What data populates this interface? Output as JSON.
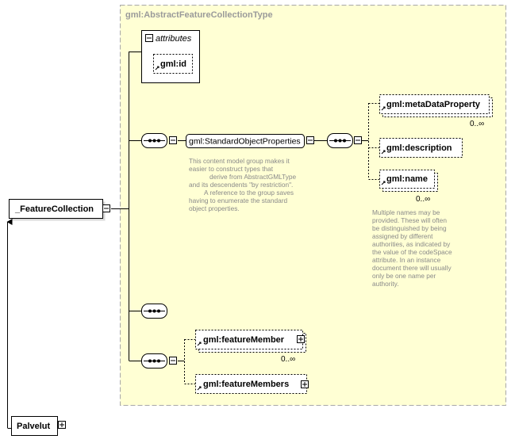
{
  "type_box": {
    "title": "gml:AbstractFeatureCollectionType"
  },
  "attributes": {
    "title": "attributes",
    "attr": "gml:id"
  },
  "root": {
    "label": "_FeatureCollection"
  },
  "palvelut": {
    "label": "Palvelut"
  },
  "group": {
    "label": "gml:StandardObjectProperties",
    "note": [
      "This content model group makes it",
      "easier to construct types that",
      "derive from AbstractGMLType",
      "and its descendents \"by restriction\".",
      "A reference to the group saves",
      "having to enumerate the standard",
      "object properties."
    ]
  },
  "elements": {
    "metadata": {
      "label": "gml:metaDataProperty",
      "card": "0..∞"
    },
    "description": {
      "label": "gml:description"
    },
    "name": {
      "label": "gml:name",
      "card": "0..∞",
      "note": [
        "Multiple names may be",
        "provided.  These will often",
        "be distinguished by being",
        "assigned by different",
        "authorities, as indicated by",
        "the value of the codeSpace",
        "attribute.  In an instance",
        "document there will usually",
        "only be one name per",
        "authority."
      ]
    },
    "featureMember": {
      "label": "gml:featureMember",
      "card": "0..∞"
    },
    "featureMembers": {
      "label": "gml:featureMembers"
    }
  },
  "colors": {
    "type_bg": "#ffffd4",
    "type_border": "#a8a8a8",
    "line": "#000000",
    "note": "#8a8a8a"
  }
}
